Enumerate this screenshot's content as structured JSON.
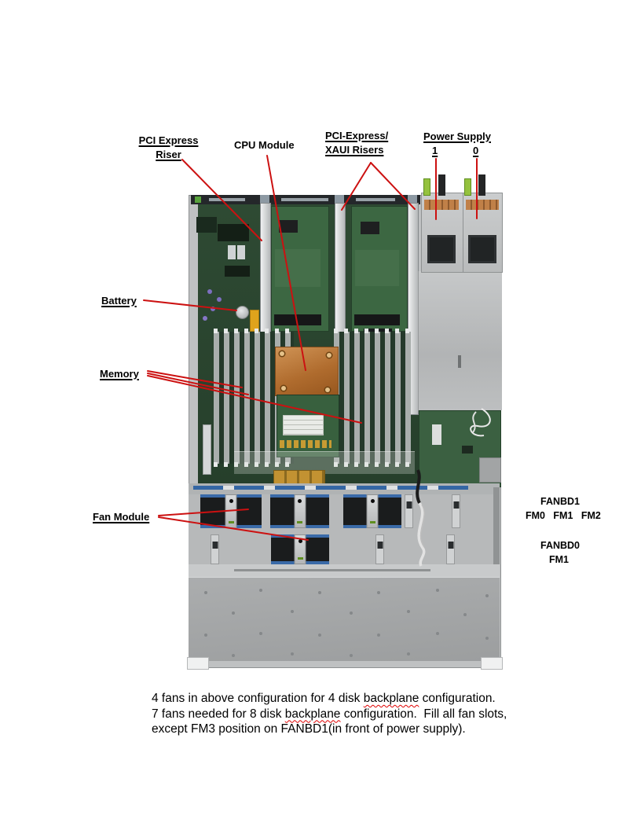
{
  "colors": {
    "callout_red": "#cc1111",
    "squiggle_red": "#e00000",
    "label_text": "#000000",
    "page_background": "#ffffff"
  },
  "labels": {
    "pci_express_riser_line1": "PCI Express",
    "pci_express_riser_line2": "Riser",
    "cpu_module": "CPU Module",
    "pci_xaui_line1": "PCI-Express/",
    "pci_xaui_line2": "XAUI Risers",
    "power_supply": "Power Supply",
    "power_supply_1": "1",
    "power_supply_0": "0",
    "battery": "Battery",
    "memory": "Memory",
    "fan_module": "Fan Module",
    "fanbd1": "FANBD1",
    "fanbd1_modules": "FM0   FM1   FM2",
    "fanbd0": "FANBD0",
    "fanbd0_modules": "FM1"
  },
  "note": {
    "lines": [
      {
        "parts": [
          {
            "text": "4 fans in above configuration for 4 disk "
          },
          {
            "text": "backplane",
            "misspelled": true
          },
          {
            "text": " configuration."
          }
        ]
      },
      {
        "parts": [
          {
            "text": "7 fans needed for 8 disk "
          },
          {
            "text": "backplane",
            "misspelled": true
          },
          {
            "text": " configuration.  Fill all fan slots,"
          }
        ]
      },
      {
        "parts": [
          {
            "text": "except FM3 position on FANBD1(in front of power supply)."
          }
        ]
      }
    ]
  }
}
